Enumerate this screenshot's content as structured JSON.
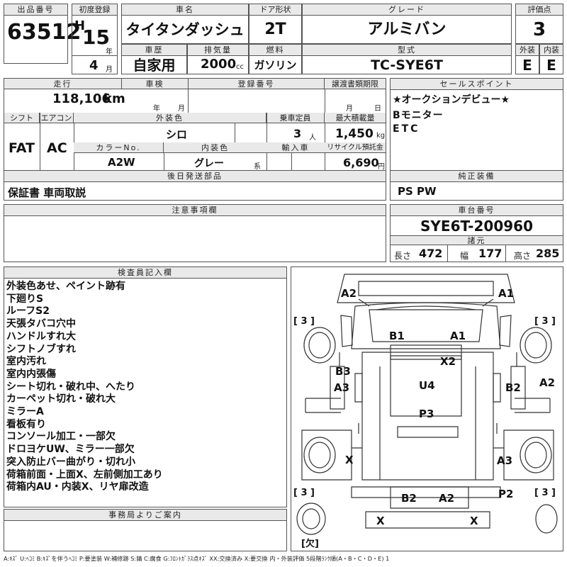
{
  "header": {
    "lot_no_label": "出品番号",
    "lot_no": "63512",
    "first_reg_label": "初度登録",
    "era": "H",
    "year": "15",
    "year_unit": "年",
    "month": "4",
    "month_unit": "月",
    "car_name_label": "車名",
    "car_name": "タイタンダッシュ",
    "doors_label": "ドア形状",
    "doors": "2T",
    "grade_label": "グレード",
    "grade": "アルミバン",
    "score_label": "評価点",
    "score": "3",
    "history_label": "車歴",
    "history": "自家用",
    "displacement_label": "排気量",
    "displacement": "2000",
    "displacement_unit": "cc",
    "fuel_label": "燃料",
    "fuel": "ガソリン",
    "model_label": "型式",
    "model": "TC-SYE6T",
    "ext_label": "外装",
    "ext": "E",
    "int_label": "内装",
    "int": "E"
  },
  "row2": {
    "mileage_label": "走行",
    "mileage": "118,106",
    "mileage_unit": "km",
    "inspection_label": "車検",
    "insp_year_unit": "年",
    "insp_month_unit": "月",
    "reg_no_label": "登録番号",
    "transfer_label": "譲渡書類期限",
    "transfer_month_unit": "月",
    "transfer_day_unit": "日",
    "shift_label": "シフト",
    "shift": "FAT",
    "ac_label": "エアコン",
    "ac": "AC",
    "color_label": "外装色",
    "color": "シロ",
    "capacity_label": "乗車定員",
    "capacity": "3",
    "capacity_unit": "人",
    "load_label": "最大積載量",
    "load": "1,450",
    "load_unit": "kg",
    "color_no_label": "カラーNo.",
    "color_no": "A2W",
    "int_color_label": "内装色",
    "int_color": "グレー",
    "int_color_unit": "系",
    "import_label": "輸入車",
    "recycle_label": "リサイクル預託金",
    "recycle": "6,690",
    "recycle_unit": "円"
  },
  "sales_points": {
    "label": "セールスポイント",
    "items": [
      "★オークションデビュー★",
      "Bモニター",
      "ETC"
    ]
  },
  "later_parts": {
    "label": "後日発送部品",
    "value": "保証書 車両取説"
  },
  "genuine": {
    "label": "純正装備",
    "value": "PS PW"
  },
  "notes": {
    "label": "注意事項欄"
  },
  "chassis": {
    "label": "車台番号",
    "value": "SYE6T-200960",
    "dims_label": "諸元",
    "length_label": "長さ",
    "length": "472",
    "width_label": "幅",
    "width": "177",
    "height_label": "高さ",
    "height": "285"
  },
  "inspector": {
    "label": "検査員記入欄",
    "lines": [
      "外装色あせ、ペイント跡有",
      "下廻りS",
      "ルーフS2",
      "天張タバコ穴中",
      "ハンドルすれ大",
      "シフトノブすれ",
      "室内汚れ",
      "室内内張傷",
      "シート切れ・破れ中、へたり",
      "カーペット切れ・破れ大",
      "ミラーA",
      "看板有り",
      "コンソール加工・一部欠",
      "ドロヨケUW、ミラー一部欠",
      "突入防止バー曲がり・切れ小",
      "荷箱前面・上面X、左前側加工あり",
      "荷箱内AU・内装X、リヤ扉改造"
    ]
  },
  "office": {
    "label": "事務局よりご案内"
  },
  "diagram": {
    "marks": {
      "a2_tl": "A2",
      "a1_tr": "A1",
      "b1": "B1",
      "a1_mid": "A1",
      "x2": "X2",
      "b3": "B3",
      "a3_left": "A3",
      "u4": "U4",
      "b2_right": "B2",
      "a2_right": "A2",
      "p3": "P3",
      "x_left": "X",
      "a3_right": "A3",
      "p2": "P2",
      "b2_bottom": "B2",
      "a2_bottom": "A2",
      "x_bl": "X",
      "x_br": "X"
    },
    "tires": {
      "fl": "[ 3 ]",
      "fr": "[ 3 ]",
      "rl": "[ 3 ]",
      "rr": "[ 3 ]",
      "spare": "[欠]"
    }
  },
  "legend": "A:ｷｽﾞ U:ﾍｺﾐ B:ｷｽﾞを伴うﾍｺﾐ P:要塗装 W:補修跡 S:錆 C:腐食 G:ﾌﾛﾝﾄｶﾞﾗｽ点ｷｽﾞ XX:交換済み X:要交換 内・外装評価 5段階ﾗﾝｸ順(A・B・C・D・E) 1"
}
